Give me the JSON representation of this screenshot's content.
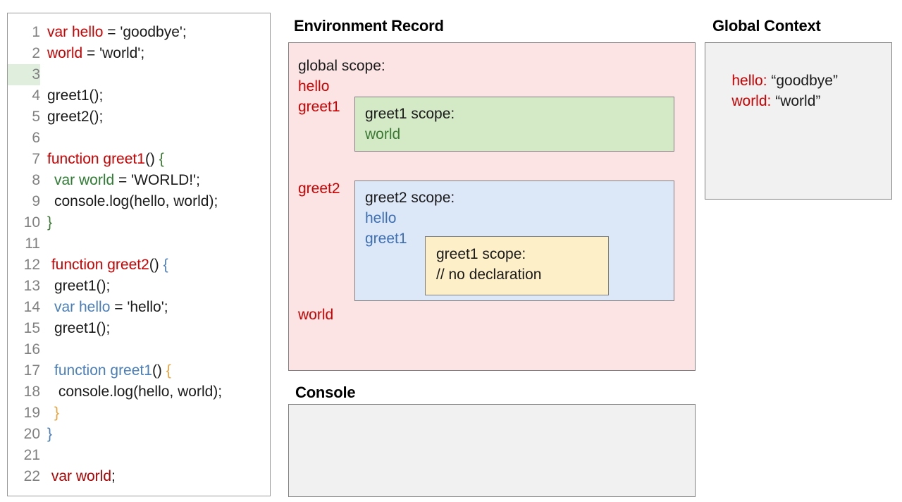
{
  "code_panel": {
    "lines": [
      {
        "num": "1",
        "indent": 0,
        "tokens": [
          {
            "t": "var hello",
            "c": "red"
          },
          {
            "t": " = 'goodbye';",
            "c": "black"
          }
        ]
      },
      {
        "num": "2",
        "indent": 0,
        "tokens": [
          {
            "t": "world",
            "c": "red"
          },
          {
            "t": " = 'world';",
            "c": "black"
          }
        ]
      },
      {
        "num": "3",
        "indent": 0,
        "highlight": true,
        "tokens": []
      },
      {
        "num": "4",
        "indent": 0,
        "tokens": [
          {
            "t": "greet1();",
            "c": "black"
          }
        ]
      },
      {
        "num": "5",
        "indent": 0,
        "tokens": [
          {
            "t": "greet2();",
            "c": "black"
          }
        ]
      },
      {
        "num": "6",
        "indent": 0,
        "tokens": []
      },
      {
        "num": "7",
        "indent": 0,
        "tokens": [
          {
            "t": "function greet1",
            "c": "red"
          },
          {
            "t": "()",
            "c": "black"
          },
          {
            "t": " {",
            "c": "green"
          }
        ]
      },
      {
        "num": "8",
        "indent": 1,
        "tokens": [
          {
            "t": "var world",
            "c": "dgreen"
          },
          {
            "t": " = 'WORLD!';",
            "c": "black"
          }
        ]
      },
      {
        "num": "9",
        "indent": 1,
        "tokens": [
          {
            "t": "console.log(hello, world);",
            "c": "black"
          }
        ]
      },
      {
        "num": "10",
        "indent": 0,
        "tokens": [
          {
            "t": "}",
            "c": "green"
          }
        ]
      },
      {
        "num": "11",
        "indent": 0,
        "tokens": []
      },
      {
        "num": "12",
        "indent": 0,
        "tokens": [
          {
            "t": " function greet2",
            "c": "red"
          },
          {
            "t": "()",
            "c": "black"
          },
          {
            "t": " {",
            "c": "blue"
          }
        ]
      },
      {
        "num": "13",
        "indent": 1,
        "tokens": [
          {
            "t": "greet1();",
            "c": "black"
          }
        ]
      },
      {
        "num": "14",
        "indent": 1,
        "tokens": [
          {
            "t": "var hello",
            "c": "blue"
          },
          {
            "t": " = 'hello';",
            "c": "black"
          }
        ]
      },
      {
        "num": "15",
        "indent": 1,
        "tokens": [
          {
            "t": "greet1();",
            "c": "black"
          }
        ]
      },
      {
        "num": "16",
        "indent": 0,
        "tokens": []
      },
      {
        "num": "17",
        "indent": 1,
        "tokens": [
          {
            "t": "function greet1",
            "c": "blue"
          },
          {
            "t": "()",
            "c": "black"
          },
          {
            "t": " {",
            "c": "orange"
          }
        ]
      },
      {
        "num": "18",
        "indent": 1,
        "tokens": [
          {
            "t": " console.log(hello, world);",
            "c": "black"
          }
        ]
      },
      {
        "num": "19",
        "indent": 1,
        "tokens": [
          {
            "t": "}",
            "c": "orange"
          }
        ]
      },
      {
        "num": "20",
        "indent": 0,
        "tokens": [
          {
            "t": "}",
            "c": "blue"
          }
        ]
      },
      {
        "num": "21",
        "indent": 0,
        "tokens": []
      },
      {
        "num": "22",
        "indent": 0,
        "tokens": [
          {
            "t": " var world",
            "c": "dred"
          },
          {
            "t": ";",
            "c": "black"
          }
        ]
      }
    ]
  },
  "environment_record": {
    "title": "Environment Record",
    "global_scope": {
      "heading": "global scope:",
      "bindings": [
        "hello",
        "greet1",
        "greet2",
        "world"
      ]
    },
    "greet1_scope": {
      "heading": "greet1 scope:",
      "bindings": [
        "world"
      ]
    },
    "greet2_scope": {
      "heading": "greet2 scope:",
      "bindings": [
        "hello",
        "greet1"
      ]
    },
    "greet1_inner_scope": {
      "heading": "greet1 scope:",
      "note": "// no declaration"
    }
  },
  "console": {
    "title": "Console",
    "output": ""
  },
  "global_context": {
    "title": "Global Context",
    "entries": [
      {
        "key": "hello:",
        "value": " “goodbye”"
      },
      {
        "key": "world:",
        "value": " “world”"
      }
    ]
  },
  "colors": {
    "global_scope_fill": "#fce4e4",
    "greet1_scope_fill": "#d4e9c6",
    "greet2_scope_fill": "#dce7f8",
    "greet1_inner_scope_fill": "#fdefc8",
    "panel_fill": "#f1f1f1",
    "border": "#808080",
    "red_token": "#cc0000",
    "green_token": "#3b7a33",
    "blue_token": "#3d6fb5",
    "orange_token": "#e8a33d",
    "line_highlight": "#dfeedd"
  }
}
